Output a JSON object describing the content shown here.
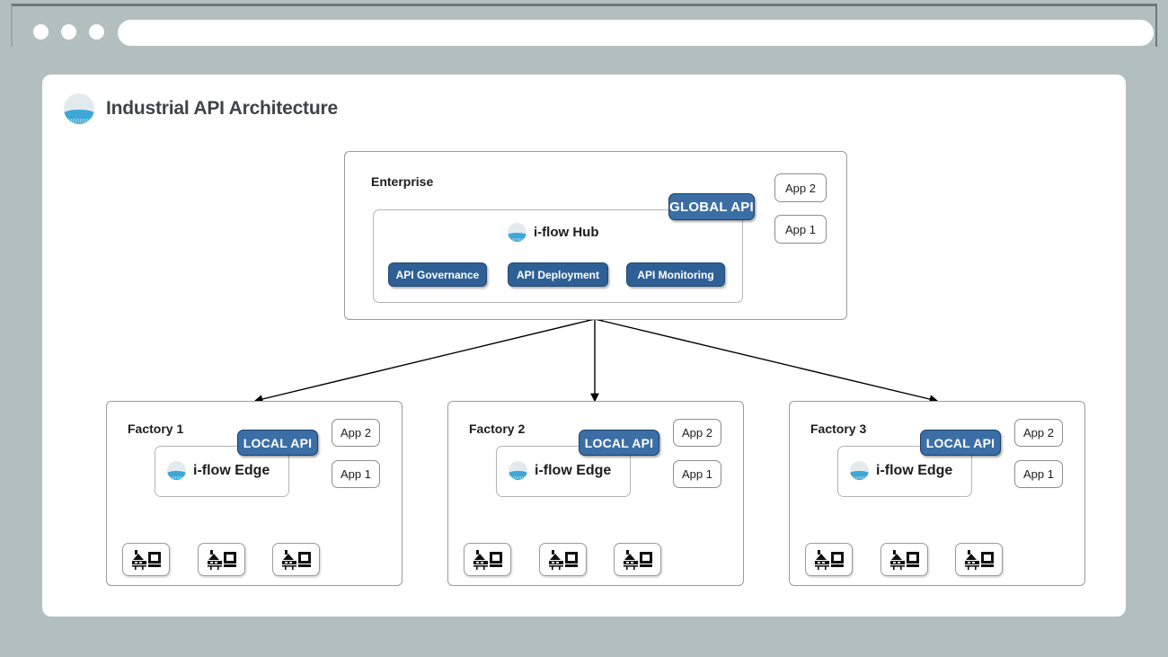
{
  "window": {
    "traffic_lights": [
      "close-dot",
      "minimize-dot",
      "maximize-dot"
    ],
    "url_bar_value": "",
    "url_bar_placeholder": ""
  },
  "header": {
    "title": "Industrial API Architecture",
    "logo_icon": "i-flow-logo-icon"
  },
  "colors": {
    "page_background": "#b3bfbf",
    "card_background": "#ffffff",
    "api_badge_fill": "#3b6ea5",
    "api_badge_border": "#1d3f66",
    "pill_button_fill": "#2e6096",
    "logo_wave": "#3fa7d6",
    "logo_top": "#e3eaee",
    "edge_stroke": "#000000",
    "box_border": "#9b9b9b",
    "title_text": "#3f4448"
  },
  "enterprise": {
    "label": "Enterprise",
    "hub": {
      "title": "i-flow Hub",
      "logo_icon": "i-flow-logo-icon",
      "capabilities": [
        {
          "label": "API Governance"
        },
        {
          "label": "API Deployment"
        },
        {
          "label": "API Monitoring"
        }
      ]
    },
    "api_badge": {
      "label": "GLOBAL API"
    },
    "apps": [
      {
        "label": "App 2"
      },
      {
        "label": "App 1"
      }
    ]
  },
  "factories": [
    {
      "label": "Factory 1",
      "edge": {
        "title": "i-flow Edge",
        "logo_icon": "i-flow-logo-icon"
      },
      "api_badge": {
        "label": "LOCAL API"
      },
      "apps": [
        {
          "label": "App 2"
        },
        {
          "label": "App 1"
        }
      ],
      "machines": [
        {
          "icon": "cnc-machine-icon"
        },
        {
          "icon": "cnc-machine-icon"
        },
        {
          "icon": "cnc-machine-icon"
        }
      ]
    },
    {
      "label": "Factory 2",
      "edge": {
        "title": "i-flow Edge",
        "logo_icon": "i-flow-logo-icon"
      },
      "api_badge": {
        "label": "LOCAL API"
      },
      "apps": [
        {
          "label": "App 2"
        },
        {
          "label": "App 1"
        }
      ],
      "machines": [
        {
          "icon": "cnc-machine-icon"
        },
        {
          "icon": "cnc-machine-icon"
        },
        {
          "icon": "cnc-machine-icon"
        }
      ]
    },
    {
      "label": "Factory 3",
      "edge": {
        "title": "i-flow Edge",
        "logo_icon": "i-flow-logo-icon"
      },
      "api_badge": {
        "label": "LOCAL API"
      },
      "apps": [
        {
          "label": "App 2"
        },
        {
          "label": "App 1"
        }
      ],
      "machines": [
        {
          "icon": "cnc-machine-icon"
        },
        {
          "icon": "cnc-machine-icon"
        },
        {
          "icon": "cnc-machine-icon"
        }
      ]
    }
  ]
}
